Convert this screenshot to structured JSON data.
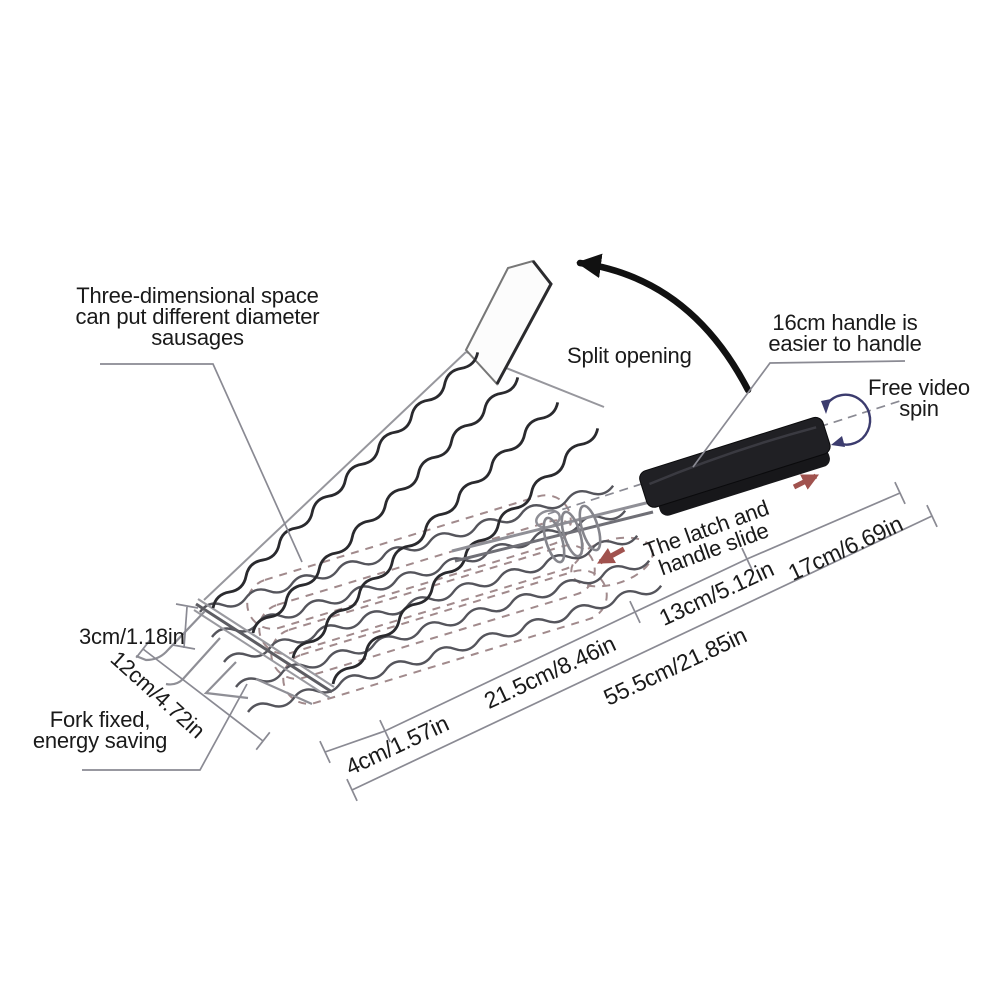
{
  "product_diagram": {
    "background": "#ffffff",
    "colors": {
      "text": "#1a1a1a",
      "line_gray": "#8a8a93",
      "wire_dark": "#2a2a2e",
      "wire_light": "#8f8f96",
      "sausage_dash": "#a18a8c",
      "arrow_red": "#a0524e",
      "spin_blue": "#3c3c6e",
      "handle_black": "#202024"
    },
    "icons": {
      "split_opening_arrow": "curved-black-arrow",
      "free_spin_indicator": "rotation-ellipse-arrow",
      "slide_left_indicator": "red-arrow-left",
      "slide_right_indicator": "red-arrow-right"
    },
    "annotations": {
      "three_dimensional": {
        "line1": "Three-dimensional space",
        "line2": "can put different diameter",
        "line3": "sausages"
      },
      "split_opening": "Split opening",
      "handle_16cm": {
        "line1": "16cm handle is",
        "line2": "easier to handle"
      },
      "free_video_spin": {
        "line1": "Free video",
        "line2": "spin"
      },
      "latch_slide": {
        "line1": "The latch and",
        "line2": "handle slide"
      },
      "fork_fixed": {
        "line1": "Fork fixed,",
        "line2": "energy saving"
      }
    },
    "dimensions": {
      "basket_height": "3cm/1.18in",
      "basket_depth": "12cm/4.72in",
      "fork_section": "4cm/1.57in",
      "basket_length": "21.5cm/8.46in",
      "rod_section": "13cm/5.12in",
      "handle_section": "17cm/6.69in",
      "total_length": "55.5cm/21.85in"
    }
  }
}
